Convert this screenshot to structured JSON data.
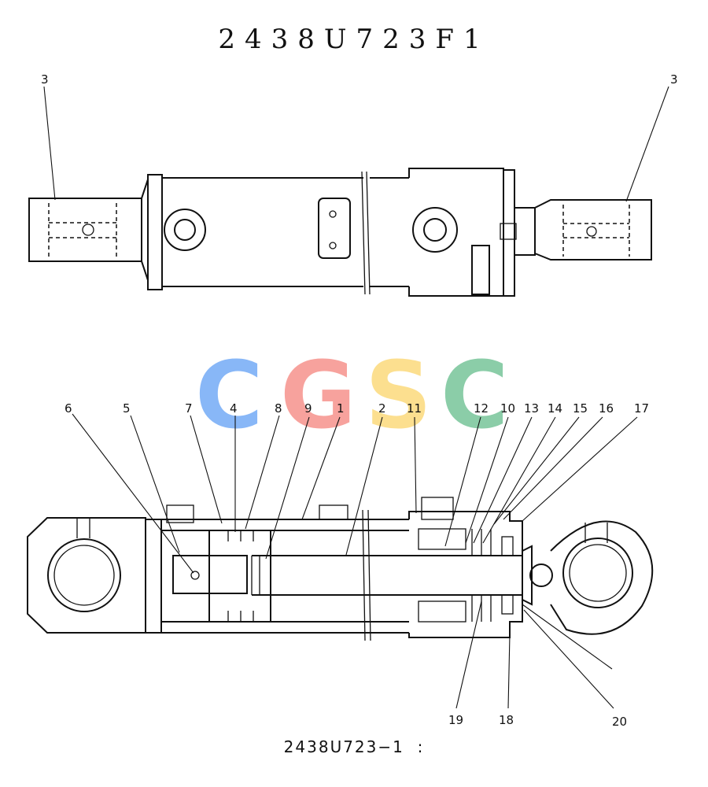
{
  "title": "2438U723F1",
  "footer": "2438U723−1  :",
  "watermark": {
    "letters": [
      "C",
      "G",
      "S",
      "C"
    ],
    "colors": [
      "#5b9cf5",
      "#f47f78",
      "#fbd465",
      "#5fba87"
    ]
  },
  "top_callouts": [
    "3",
    "3"
  ],
  "section_callouts": [
    "6",
    "5",
    "7",
    "4",
    "8",
    "9",
    "1",
    "2",
    "11",
    "12",
    "10",
    "13",
    "14",
    "15",
    "16",
    "17",
    "19",
    "18",
    "20"
  ]
}
